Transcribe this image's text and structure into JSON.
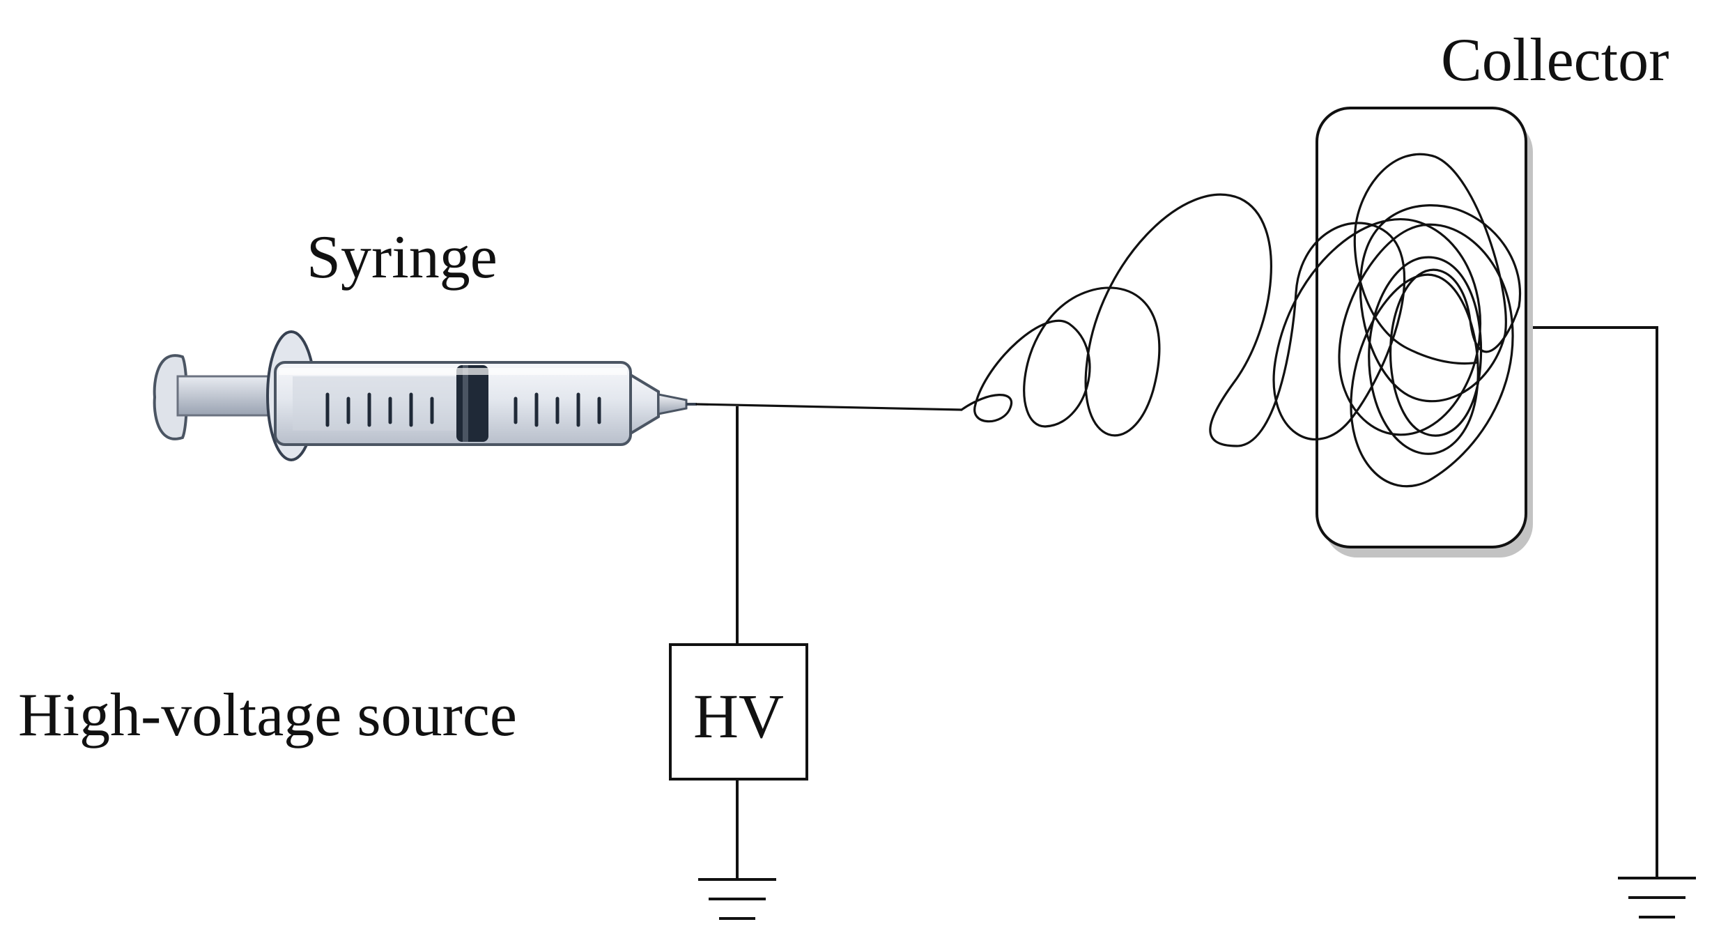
{
  "labels": {
    "syringe": "Syringe",
    "collector": "Collector",
    "hv_box": "HV",
    "hv_source": "High-voltage source"
  },
  "colors": {
    "ink": "#111111",
    "barrel_fill": "#e9ecf2",
    "barrel_stroke": "#6b7280",
    "plunger_rod": "#c3cad6",
    "plunger_seal": "#1f2937",
    "collector_shadow": "#bdbdbd"
  },
  "icons": [
    "syringe-icon",
    "ground-symbol-icon"
  ]
}
